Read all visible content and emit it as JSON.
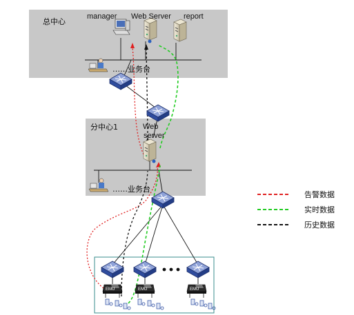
{
  "hq": {
    "title": "总中心",
    "manager_label": "manager",
    "webserver_label": "Web Server",
    "report_label": "report",
    "desk_label": "……业务台"
  },
  "branch": {
    "title": "分中心1",
    "webserver_line1": "Web",
    "webserver_line2": "server",
    "desk_label": "……业务台"
  },
  "field": {
    "unit_label": "EMU"
  },
  "legend": {
    "items": [
      {
        "label": "告警数据",
        "color": "#e02020"
      },
      {
        "label": "实时数据",
        "color": "#22cc22"
      },
      {
        "label": "历史数据",
        "color": "#111111"
      }
    ]
  }
}
